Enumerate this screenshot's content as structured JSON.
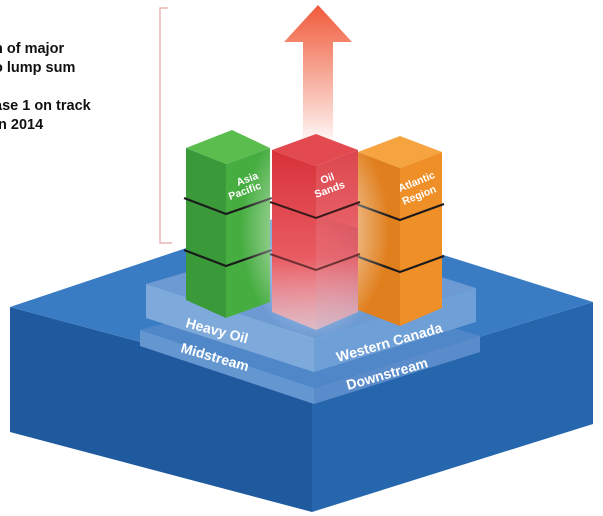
{
  "bullets": [
    {
      "lines": [
        "n of major",
        "o lump sum"
      ]
    },
    {
      "lines": [
        "ase 1 on track",
        "in 2014"
      ]
    }
  ],
  "columns": [
    {
      "label_line1": "Asia",
      "label_line2": "Pacific",
      "color": "#3aa53a"
    },
    {
      "label_line1": "Oil",
      "label_line2": "Sands",
      "color": "#d93a3a"
    },
    {
      "label_line1": "Atlantic",
      "label_line2": "Region",
      "color": "#ef8a1f"
    }
  ],
  "tiers": {
    "upper_left": "Heavy Oil",
    "upper_right": "Western Canada",
    "lower_left": "Midstream",
    "lower_right": "Downstream"
  },
  "colors": {
    "base_top": "#2f6fb6",
    "base_left": "#1f5a9e",
    "base_right": "#2566ad",
    "tier1": "#5b8fcd",
    "tier2": "#7ea9db",
    "arrow": "#f06a45",
    "bracket": "#e5a6a6"
  }
}
